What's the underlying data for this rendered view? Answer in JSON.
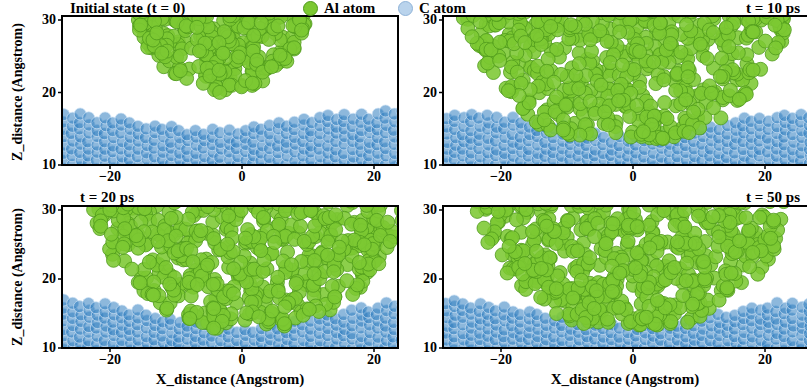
{
  "diagram": {
    "labels": [
      "Initial state (t = 0)",
      "t = 10 ps",
      "t = 20 ps",
      "t = 50 ps",
      "30",
      "20",
      "10",
      "−20",
      "0",
      "20",
      "30",
      "20",
      "10",
      "−20",
      "0",
      "20",
      "30",
      "20",
      "10",
      "−20",
      "0",
      "20",
      "30",
      "20",
      "10",
      "−20",
      "0",
      "20",
      "Z_distance (Angstrom)",
      "Z_distance (Angstrom)",
      "X_distance (Angstrom)",
      "X_distance (Angstrom)"
    ],
    "legend": [
      {
        "text": "Al atom",
        "color": "#7cc832"
      },
      {
        "text": "C atom",
        "color": "#b9d3ec"
      }
    ]
  }
}
